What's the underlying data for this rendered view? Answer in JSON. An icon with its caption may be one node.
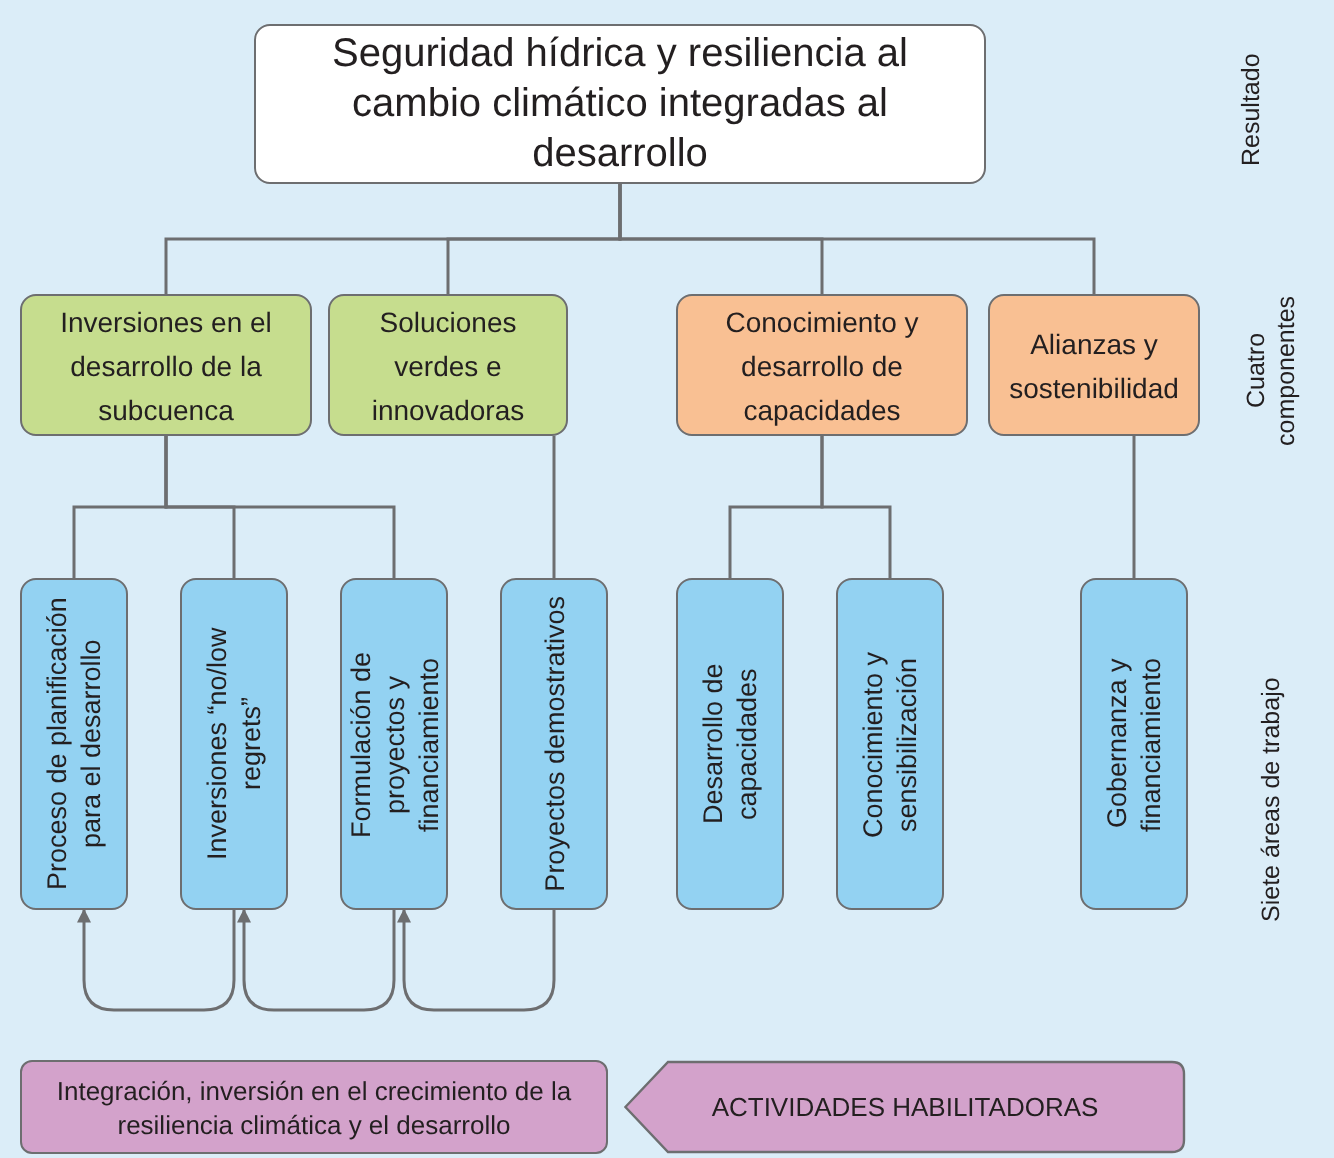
{
  "diagram": {
    "nodes": [
      {
        "text": [
          "Seguridad hídrica y resiliencia al cambio climático integradas al desarrollo"
        ]
      },
      {
        "text": [
          "Inversiones en el desarrollo de la subcuenca"
        ]
      },
      {
        "text": [
          "Soluciones verdes e innovadoras"
        ]
      },
      {
        "text": [
          "Conocimiento y desarrollo de capacidades"
        ]
      },
      {
        "text": [
          "Alianzas y sostenibilidad"
        ]
      },
      {
        "text": [
          "Proceso de planificación para el desarrollo"
        ]
      },
      {
        "text": [
          "Inversiones “no/low regrets”"
        ]
      },
      {
        "text": [
          "Formulación de proyectos y financiamiento"
        ]
      },
      {
        "text": [
          "Proyectos demostrativos"
        ]
      },
      {
        "text": [
          "Desarrollo de capacidades"
        ]
      },
      {
        "text": [
          "Conocimiento y sensibilización"
        ]
      },
      {
        "text": [
          "Gobernanza y financiamiento"
        ]
      },
      {
        "text": [
          "Integración, inversión en el crecimiento de la resiliencia climática y el desarrollo"
        ]
      },
      {
        "text": [
          "ACTIVIDADES HABILITADORAS"
        ]
      }
    ],
    "edges": [
      {
        "from": 0,
        "to": 1,
        "arrow": "none"
      },
      {
        "from": 0,
        "to": 2,
        "arrow": "none"
      },
      {
        "from": 0,
        "to": 3,
        "arrow": "none"
      },
      {
        "from": 0,
        "to": 4,
        "arrow": "none"
      },
      {
        "from": 1,
        "to": 5,
        "arrow": "none"
      },
      {
        "from": 1,
        "to": 6,
        "arrow": "none"
      },
      {
        "from": 1,
        "to": 7,
        "arrow": "none"
      },
      {
        "from": 2,
        "to": 8,
        "arrow": "none"
      },
      {
        "from": 3,
        "to": 9,
        "arrow": "none"
      },
      {
        "from": 3,
        "to": 10,
        "arrow": "none"
      },
      {
        "from": 4,
        "to": 11,
        "arrow": "none"
      },
      {
        "from": 6,
        "to": 5,
        "arrow": "to"
      },
      {
        "from": 7,
        "to": 6,
        "arrow": "to"
      },
      {
        "from": 8,
        "to": 7,
        "arrow": "to"
      }
    ],
    "labels": [
      "Resultado",
      "Cuatro componentes",
      "Siete áreas de trabajo"
    ]
  }
}
